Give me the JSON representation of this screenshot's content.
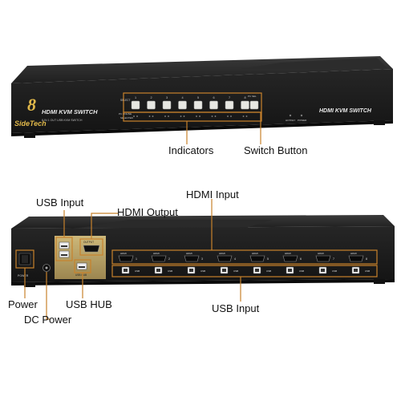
{
  "colors": {
    "accent_line": "#c8822c",
    "device_body": "#1b1b1b",
    "gold_panel": "#b8a266",
    "button": "#e7e7e2"
  },
  "front_panel": {
    "brand": "SideTech",
    "brand_number": "8",
    "model_left": "HDMI KVM SWITCH",
    "model_right": "HDMI KVM SWITCH",
    "subtitle": "8 IN 1 OUT USB KVM SWITCH",
    "port_numbers": [
      "1",
      "2",
      "3",
      "4",
      "5",
      "6",
      "7",
      "8"
    ],
    "row_labels": [
      "SELECT",
      "PC ONLINE",
      "SELECTED"
    ],
    "small_labels": [
      "PC SEL",
      "HOTKEY",
      "POWER"
    ]
  },
  "back_panel": {
    "power_label": "POWER",
    "hdmi_out_label": "OUTPUT",
    "usb_hub_label": "USB HUB",
    "port_label_hdmi": "HDMI",
    "port_label_usb": "USB",
    "inputs": [
      "1",
      "2",
      "3",
      "4",
      "5",
      "6",
      "7",
      "8"
    ]
  },
  "callouts": {
    "indicators": "Indicators",
    "switch_button": "Switch Button",
    "usb_input_top": "USB Input",
    "hdmi_output": "HDMI Output",
    "hdmi_input": "HDMI Input",
    "power": "Power",
    "usb_hub": "USB HUB",
    "usb_input_bottom": "USB Input",
    "dc_power": "DC Power"
  }
}
